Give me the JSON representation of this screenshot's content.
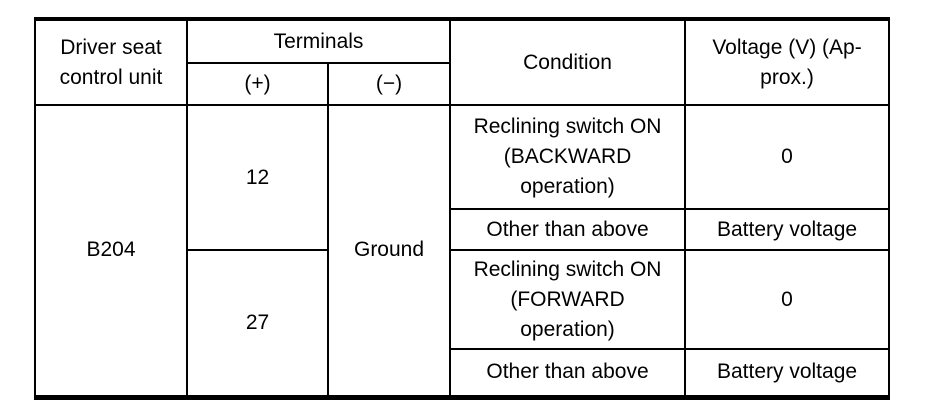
{
  "table": {
    "header": {
      "driver_seat": "Driver seat\ncontrol unit",
      "terminals": "Terminals",
      "plus": "(+)",
      "minus": "(−)",
      "condition": "Condition",
      "voltage": "Voltage (V) (Ap-\nprox.)"
    },
    "body": {
      "unit": "B204",
      "terminal_12": "12",
      "terminal_27": "27",
      "ground": "Ground",
      "rows": [
        {
          "condition": "Reclining switch ON\n(BACKWARD\noperation)",
          "voltage": "0"
        },
        {
          "condition": "Other than above",
          "voltage": "Battery voltage"
        },
        {
          "condition": "Reclining switch ON\n(FORWARD\noperation)",
          "voltage": "0"
        },
        {
          "condition": "Other than above",
          "voltage": "Battery voltage"
        }
      ]
    }
  }
}
